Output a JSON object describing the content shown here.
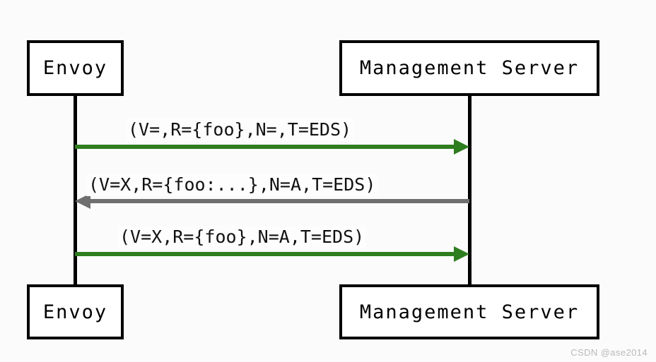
{
  "diagram": {
    "type": "sequence-diagram",
    "background_color": "#fbfbfb",
    "participants": [
      {
        "id": "envoy",
        "label": "Envoy"
      },
      {
        "id": "management-server",
        "label": "Management Server"
      }
    ],
    "messages": [
      {
        "id": "msg-1",
        "label": "(V=,R={foo},N=,T=EDS)",
        "from": "envoy",
        "to": "management-server",
        "direction": "right",
        "color": "#2e7d1e"
      },
      {
        "id": "msg-2",
        "label": "(V=X,R={foo:...},N=A,T=EDS)",
        "from": "management-server",
        "to": "envoy",
        "direction": "left",
        "color": "#706f6f"
      },
      {
        "id": "msg-3",
        "label": "(V=X,R={foo},N=A,T=EDS)",
        "from": "envoy",
        "to": "management-server",
        "direction": "right",
        "color": "#2e7d1e"
      }
    ],
    "colors": {
      "request_arrow": "#2e7d1e",
      "response_arrow": "#706f6f",
      "box_border": "#000000",
      "lifeline": "#000000",
      "text": "#000000",
      "watermark": "#b9b9b9"
    }
  },
  "watermark": {
    "text": "CSDN @ase2014"
  }
}
